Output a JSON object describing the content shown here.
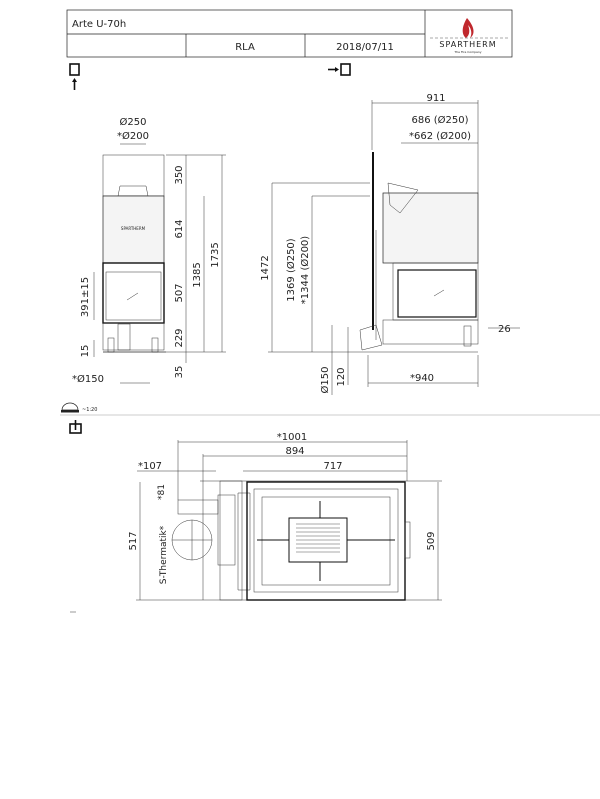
{
  "title_block": {
    "model": "Arte U-70h",
    "author": "RLA",
    "date": "2018/07/11",
    "logo_text": "SPARTHERM",
    "logo_tagline": "The Fire Company"
  },
  "front_view": {
    "flue_diameter_1": "Ø250",
    "flue_diameter_2": "*Ø200",
    "dim_top": "350",
    "dim_hood": "614",
    "dim_door": "507",
    "dim_base": "229",
    "dim_feet": "35",
    "dim_1385": "1385",
    "dim_1735": "1735",
    "dim_glass_height": "391±15",
    "dim_15": "15",
    "air_inlet": "*Ø150",
    "logo_text": "SPARTHERM"
  },
  "side_view": {
    "dim_depth": "911",
    "dim_flue_250": "686 (Ø250)",
    "dim_flue_200": "*662 (Ø200)",
    "dim_height_1472": "1472",
    "dim_flue_h_250": "1369 (Ø250)",
    "dim_flue_h_200": "*1344 (Ø200)",
    "dim_inlet_150": "Ø150",
    "dim_inlet_120": "120",
    "dim_940": "*940",
    "dim_26": "26"
  },
  "scale": "~1:20",
  "top_view": {
    "dim_1001": "*1001",
    "dim_894": "894",
    "dim_717": "717",
    "dim_107": "*107",
    "dim_81": "*81",
    "dim_517": "517",
    "dim_509": "509",
    "label_thermatik": "S-Thermatik*"
  },
  "colors": {
    "line": "#222222",
    "flame": "#c0282d"
  }
}
